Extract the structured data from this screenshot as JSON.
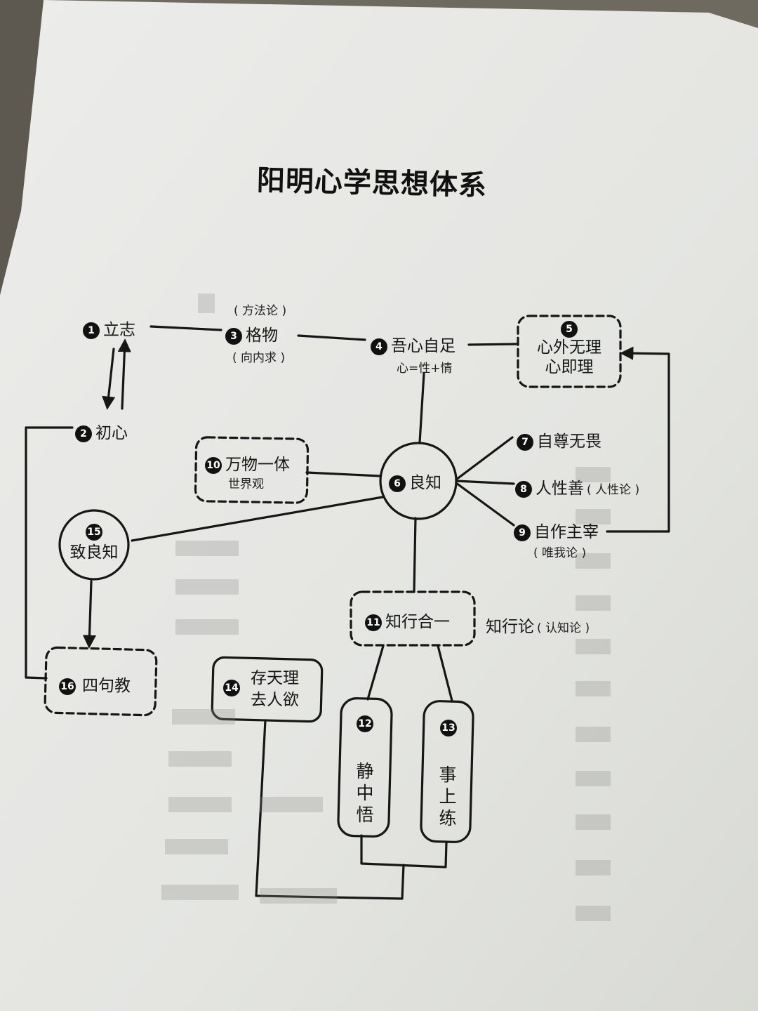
{
  "title": "阳明心学思想体系",
  "nodes": {
    "n1": {
      "num": "1",
      "label": "立志"
    },
    "n2": {
      "num": "2",
      "label": "初心"
    },
    "n3": {
      "num": "3",
      "label": "格物",
      "above": "( 方法论 )",
      "below": "( 向内求 )"
    },
    "n4": {
      "num": "4",
      "label": "吾心自足",
      "sub": "心=性+情"
    },
    "n5": {
      "num": "5",
      "line1": "心外无理",
      "line2": "心即理"
    },
    "n6": {
      "num": "6",
      "label": "良知"
    },
    "n7": {
      "num": "7",
      "label": "自尊无畏"
    },
    "n8": {
      "num": "8",
      "label": "人性善",
      "note": "( 人性论 )"
    },
    "n9": {
      "num": "9",
      "label": "自作主宰",
      "note": "( 唯我论 )"
    },
    "n10": {
      "num": "10",
      "label": "万物一体",
      "sub": "世界观"
    },
    "n11": {
      "num": "11",
      "label": "知行合一",
      "note_main": "知行论",
      "note_sub": "( 认知论 )"
    },
    "n12": {
      "num": "12",
      "label": "静中悟"
    },
    "n13": {
      "num": "13",
      "label": "事上练"
    },
    "n14": {
      "num": "14",
      "line1": "存天理",
      "line2": "去人欲"
    },
    "n15": {
      "num": "15",
      "label": "致良知"
    },
    "n16": {
      "num": "16",
      "label": "四句教"
    }
  },
  "colors": {
    "paper": "#e6e7e3",
    "ink": "#161616",
    "background": "#6f6a60"
  }
}
